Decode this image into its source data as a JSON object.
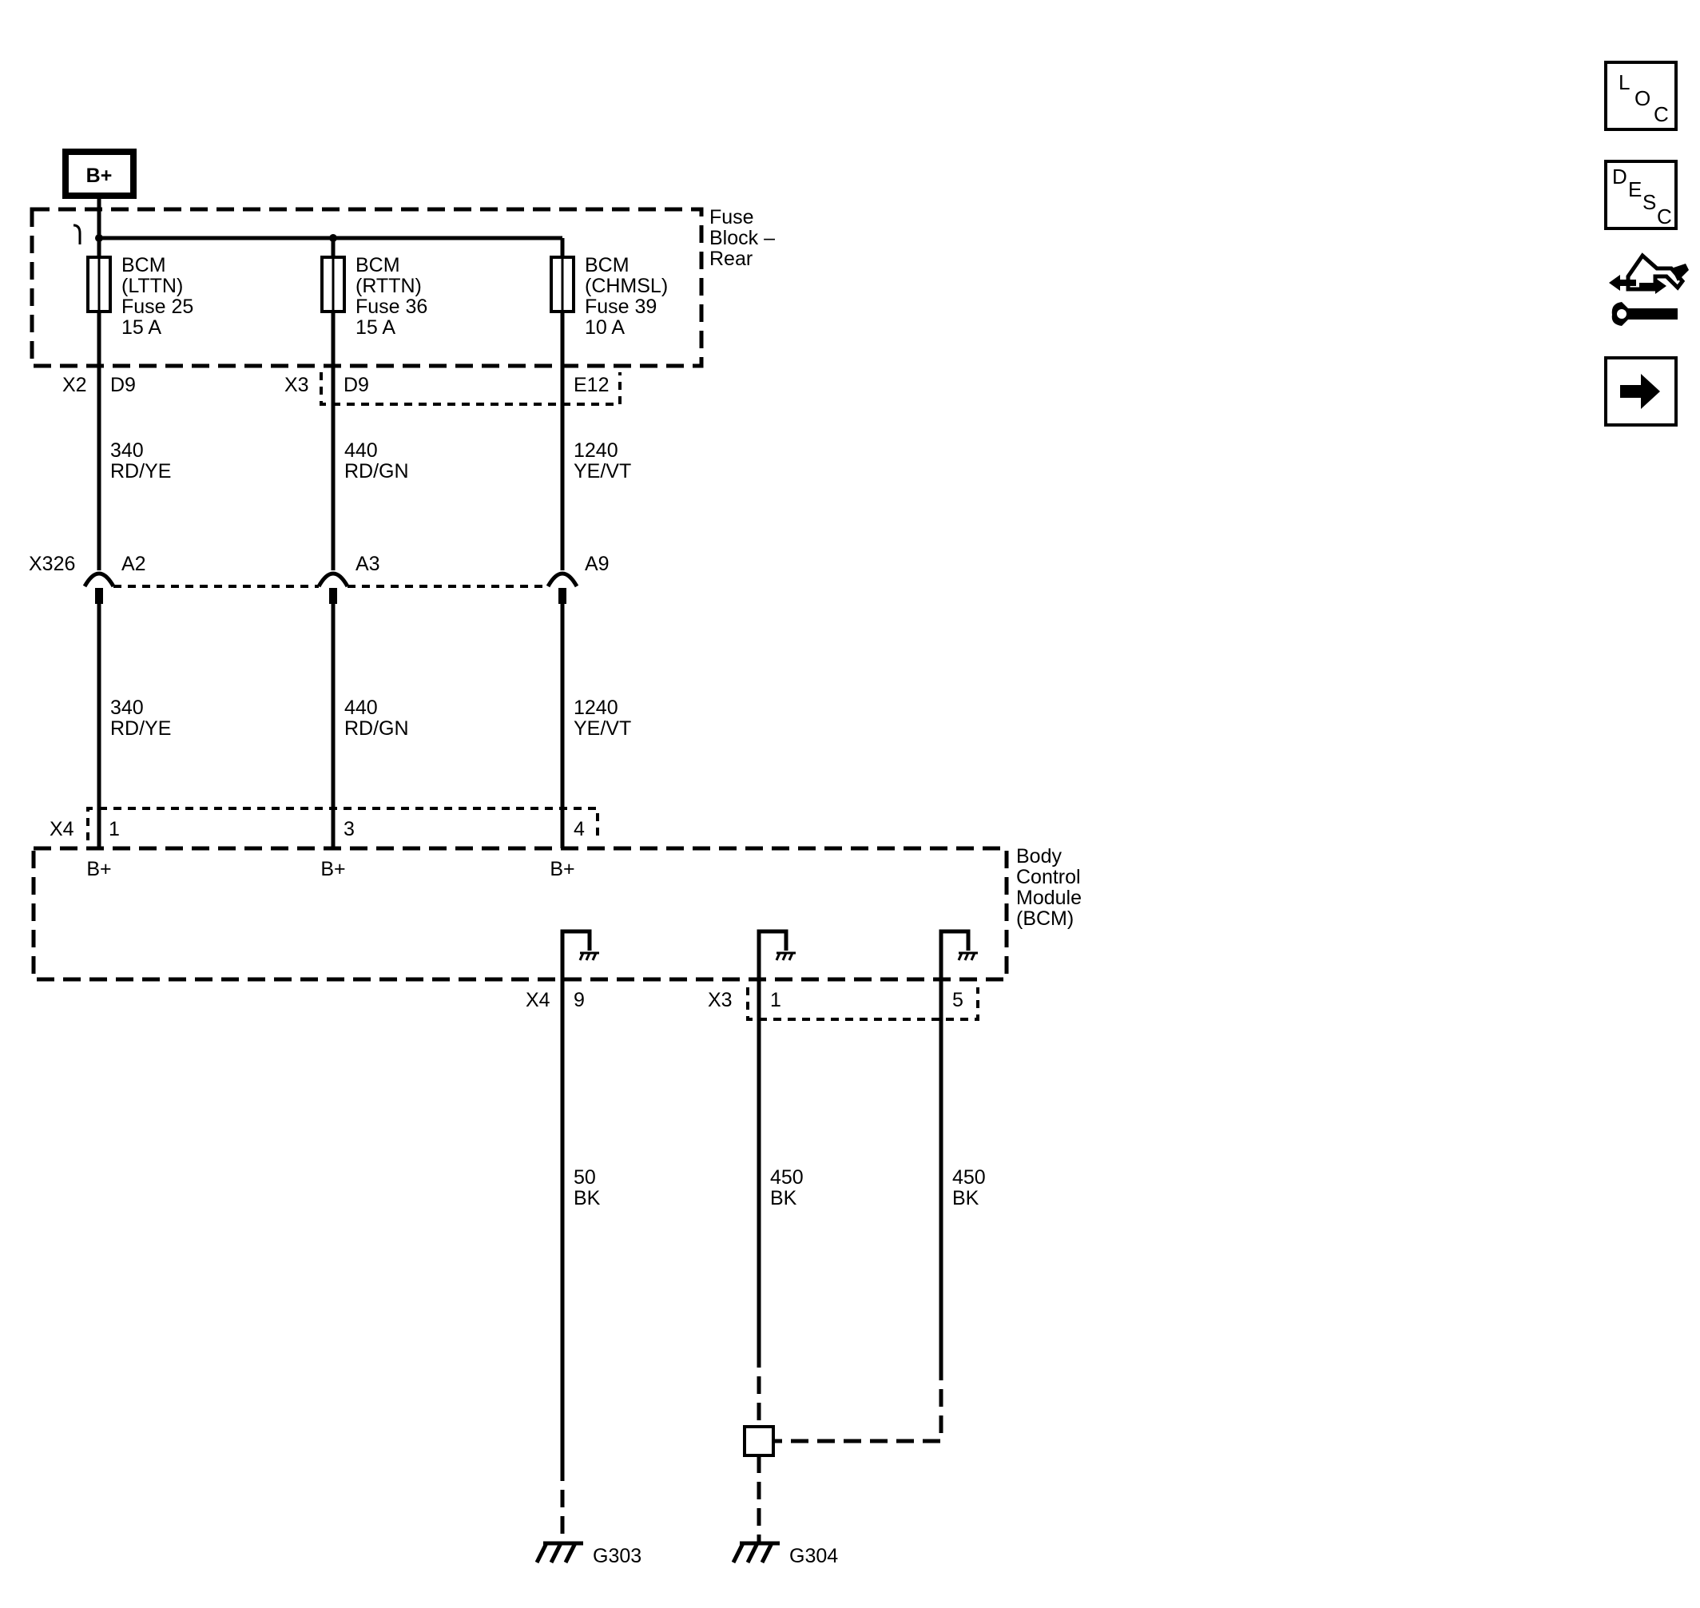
{
  "fuse_block": {
    "power_label": "B+",
    "label": [
      "Fuse",
      "Block –",
      "Rear"
    ],
    "fuses": [
      {
        "name": "BCM",
        "circuit": "(LTTN)",
        "fuse": "Fuse 25",
        "rating": "15 A"
      },
      {
        "name": "BCM",
        "circuit": "(RTTN)",
        "fuse": "Fuse 36",
        "rating": "15 A"
      },
      {
        "name": "BCM",
        "circuit": "(CHMSL)",
        "fuse": "Fuse 39",
        "rating": "10 A"
      }
    ],
    "connectors": {
      "x2": "X2",
      "x3": "X3"
    },
    "pins": [
      "D9",
      "D9",
      "E12"
    ]
  },
  "wires_upper": [
    {
      "circuit": "340",
      "color": "RD/YE"
    },
    {
      "circuit": "440",
      "color": "RD/GN"
    },
    {
      "circuit": "1240",
      "color": "YE/VT"
    }
  ],
  "inline_connector": {
    "name": "X326",
    "pins": [
      "A2",
      "A3",
      "A9"
    ]
  },
  "wires_lower": [
    {
      "circuit": "340",
      "color": "RD/YE"
    },
    {
      "circuit": "440",
      "color": "RD/GN"
    },
    {
      "circuit": "1240",
      "color": "YE/VT"
    }
  ],
  "bcm": {
    "label": [
      "Body",
      "Control",
      "Module",
      "(BCM)"
    ],
    "input_connector": "X4",
    "input_pins": [
      "1",
      "3",
      "4"
    ],
    "input_labels": [
      "B+",
      "B+",
      "B+"
    ],
    "ground_connector_a": "X4",
    "ground_pin_a": "9",
    "ground_connector_b": "X3",
    "ground_pins_b": [
      "1",
      "5"
    ]
  },
  "ground_wires": [
    {
      "circuit": "50",
      "color": "BK"
    },
    {
      "circuit": "450",
      "color": "BK"
    },
    {
      "circuit": "450",
      "color": "BK"
    }
  ],
  "grounds": [
    "G303",
    "G304"
  ],
  "side_buttons": {
    "loc": {
      "l": "L",
      "o": "O",
      "c": "C"
    },
    "desc": {
      "d": "D",
      "e": "E",
      "s": "S",
      "c": "C"
    }
  }
}
